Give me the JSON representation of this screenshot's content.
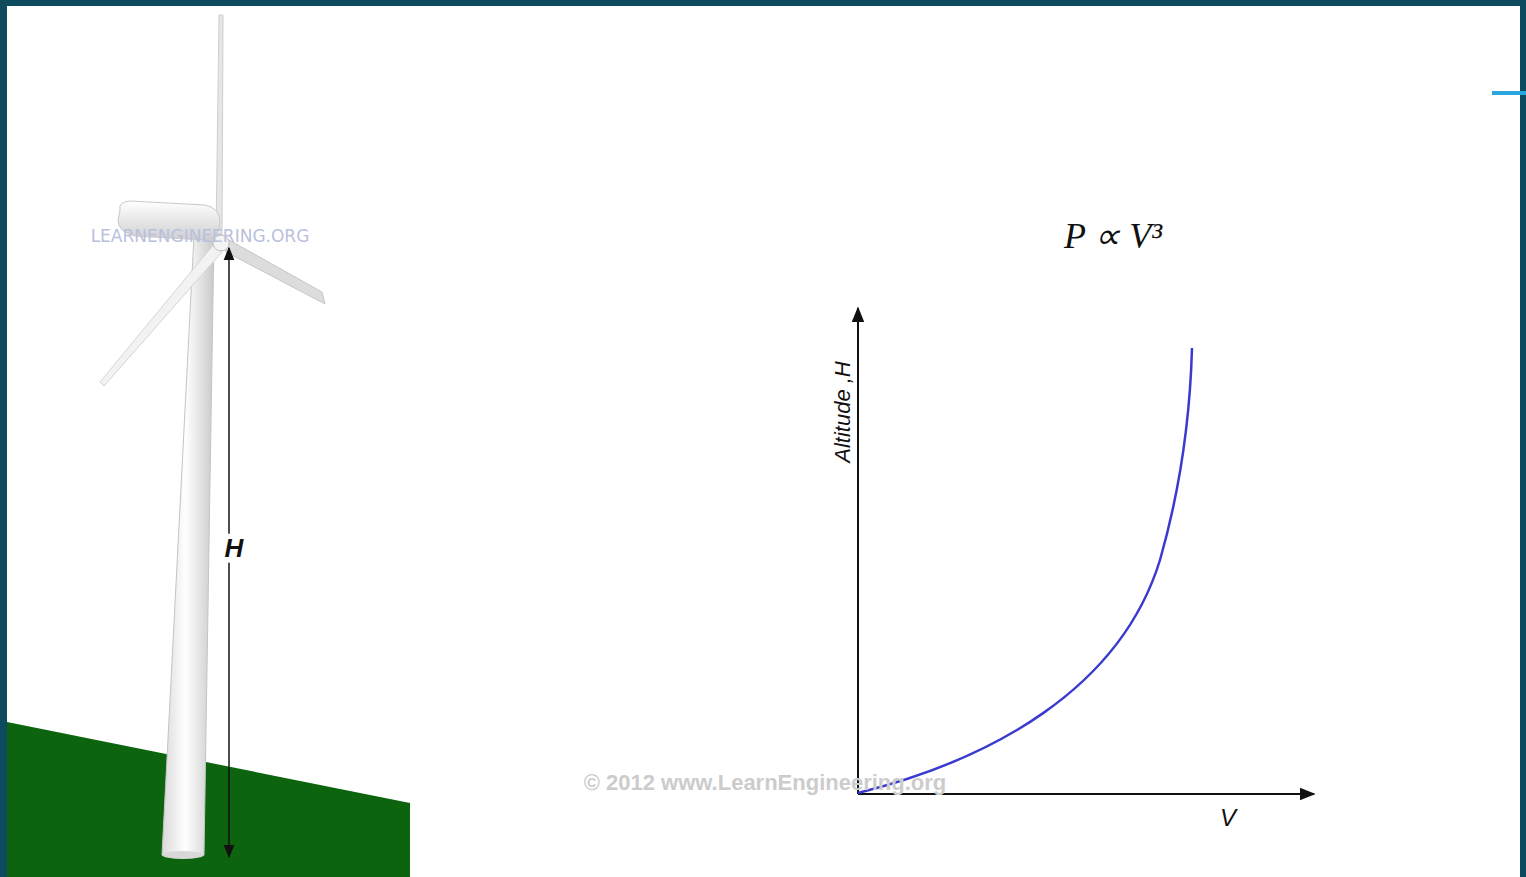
{
  "diagram": {
    "title": "P ∝ V³",
    "labels": [
      "LEARNENGINEERING.ORG",
      "H",
      "Altitude ,H",
      "V",
      "© 2012 www.LearnEngineering.org"
    ]
  }
}
